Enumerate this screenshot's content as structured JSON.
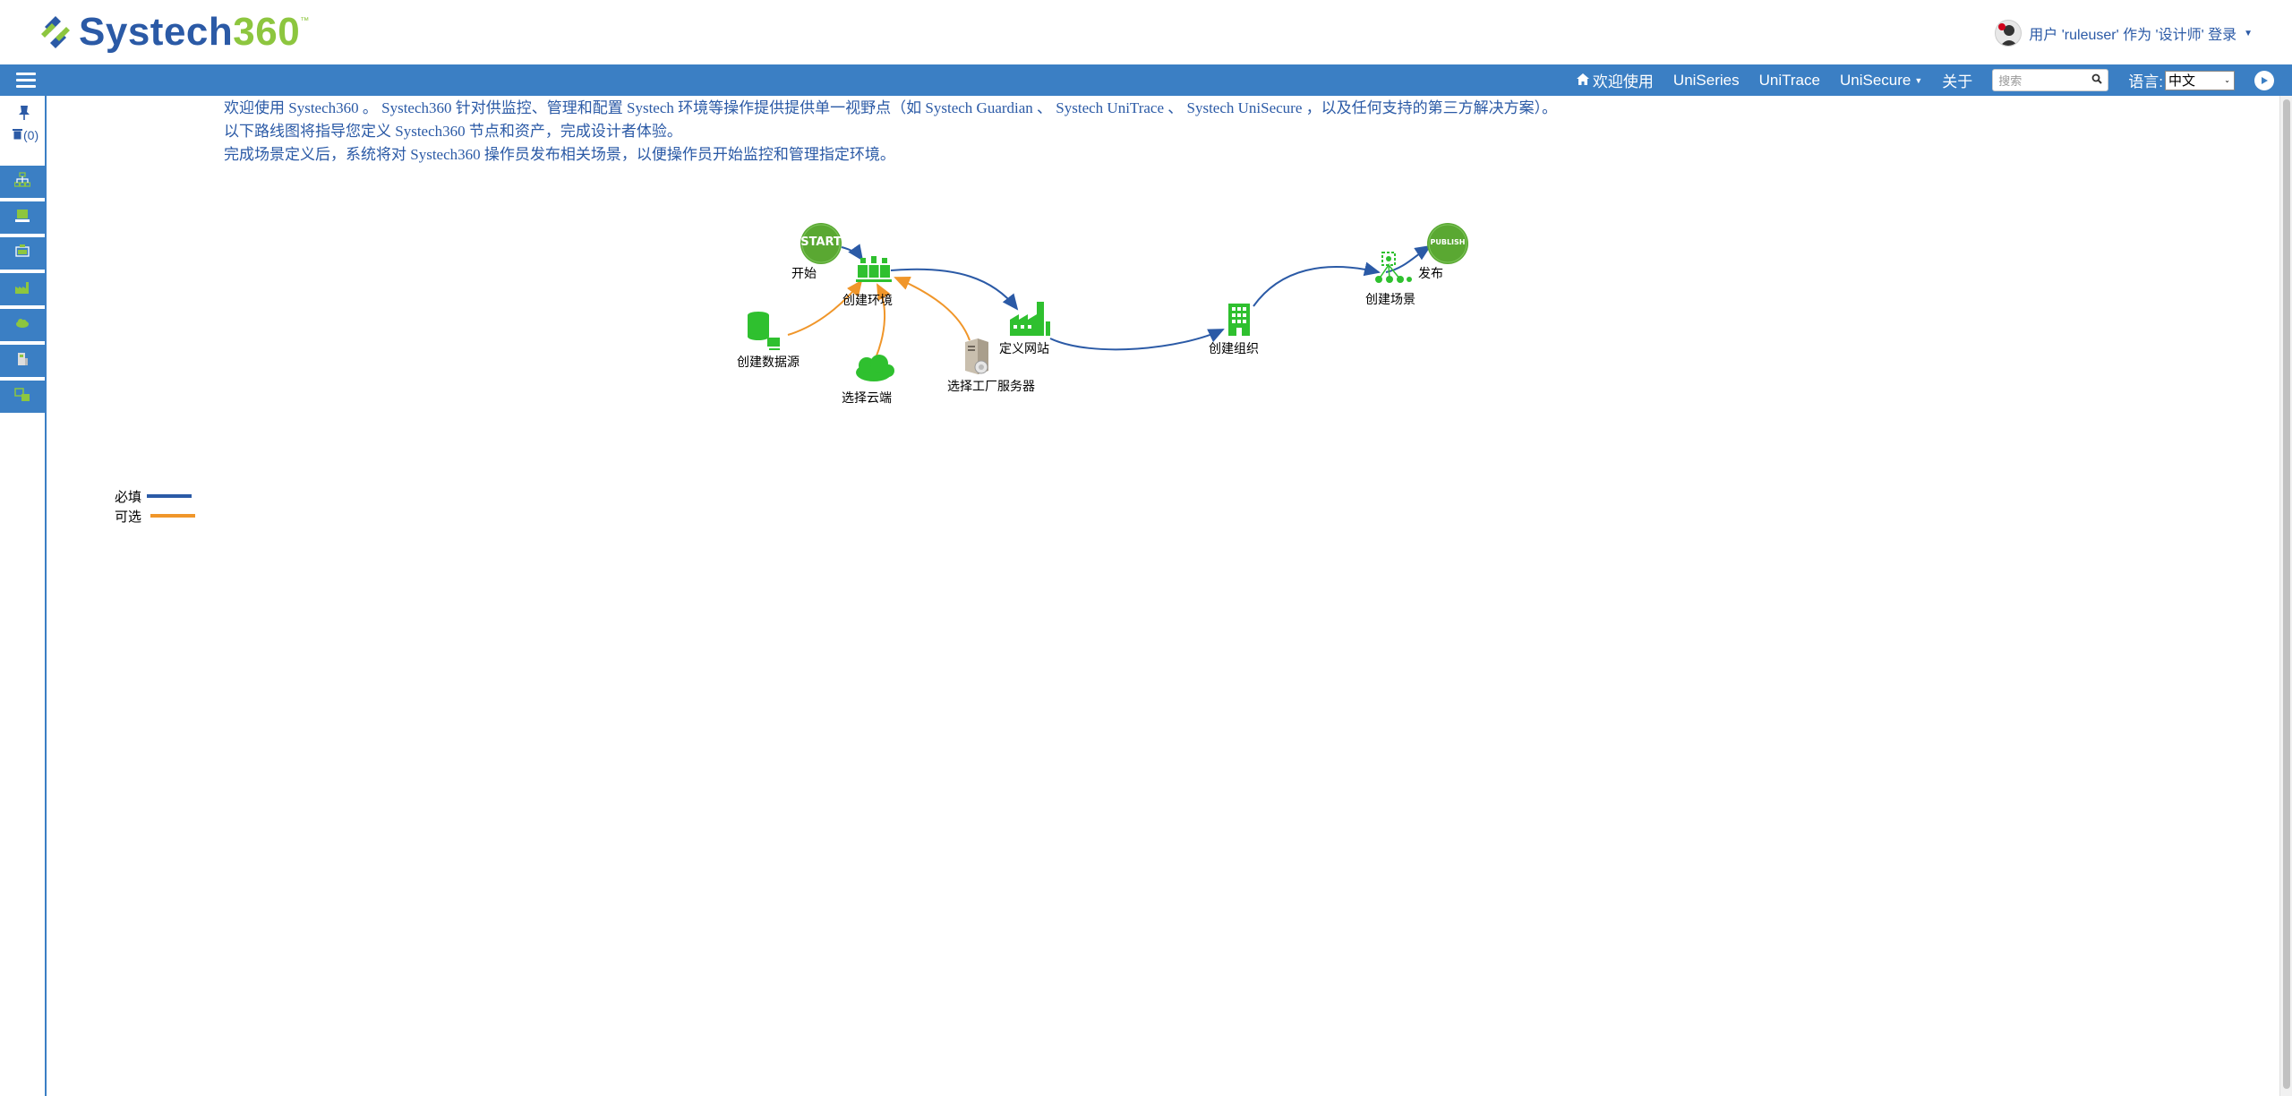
{
  "app": {
    "logo_part1": "Systech",
    "logo_part2": "360",
    "logo_tm": "™"
  },
  "user": {
    "text": "用户 'ruleuser' 作为 '设计师' 登录"
  },
  "navbar": {
    "welcome": "欢迎使用",
    "uniseries": "UniSeries",
    "unitrace": "UniTrace",
    "unisecure": "UniSecure",
    "about": "关于",
    "search_placeholder": "搜索",
    "lang_label": "语言:",
    "lang_value": "中文"
  },
  "sidebar": {
    "trash_count": "(0)",
    "buttons": [
      "hierarchy-icon",
      "server-icon",
      "factory-icon",
      "datasource-icon",
      "cloud-icon",
      "building-icon",
      "scenario-icon"
    ]
  },
  "intro": {
    "line1": "欢迎使用 Systech360 。 Systech360 针对供监控、管理和配置 Systech 环境等操作提供提供单一视野点（如 Systech Guardian 、 Systech UniTrace 、 Systech UniSecure ，以及任何支持的第三方解决方案）。",
    "line2": "以下路线图将指导您定义 Systech360 节点和资产，完成设计者体验。",
    "line3": "完成场景定义后，系统将对 Systech360 操作员发布相关场景，以便操作员开始监控和管理指定环境。"
  },
  "diagram": {
    "start_badge": "START",
    "publish_badge": "PUBLISH",
    "nodes": {
      "start": "开始",
      "create_env": "创建环境",
      "create_datasource": "创建数据源",
      "select_cloud": "选择云端",
      "select_factory_server": "选择工厂服务器",
      "define_site": "定义网站",
      "create_org": "创建组织",
      "create_scenario": "创建场景",
      "publish": "发布"
    },
    "colors": {
      "required": "#2b5aa6",
      "optional": "#f0962a",
      "node_green": "#2fc02f",
      "badge_green": "#5aa832"
    }
  },
  "legend": {
    "required": "必填",
    "optional": "可选"
  }
}
